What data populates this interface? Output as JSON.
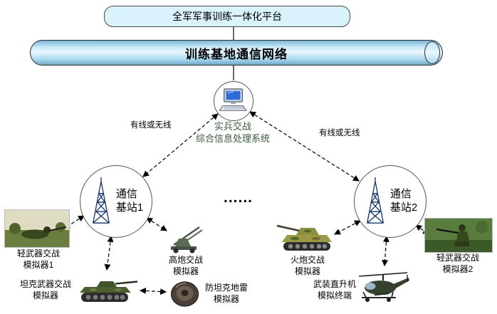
{
  "platform": {
    "label": "全军军事训练一体化平台"
  },
  "network": {
    "label": "训练基地通信网络"
  },
  "processor": {
    "line1": "实兵交战",
    "line2": "综合信息处理系统"
  },
  "links": {
    "left": "有线或无线",
    "right": "有线或无线"
  },
  "ellipsis": "......",
  "stations": [
    {
      "line1": "通信",
      "line2": "基站1"
    },
    {
      "line1": "通信",
      "line2": "基站2"
    }
  ],
  "simulators": {
    "light1": {
      "line1": "轻武器交战",
      "line2": "模拟器1"
    },
    "aagun": {
      "line1": "高炮交战",
      "line2": "模拟器"
    },
    "tank": {
      "line1": "坦克武器交战",
      "line2": "模拟器"
    },
    "mine": {
      "line1": "防坦克地雷",
      "line2": "模拟器"
    },
    "artillery": {
      "line1": "火炮交战",
      "line2": "模拟器"
    },
    "light2": {
      "line1": "轻武器交战",
      "line2": "模拟器2"
    },
    "helicopter": {
      "line1": "武装直升机",
      "line2": "模拟终端"
    }
  },
  "colors": {
    "platform_fill": "#d9f2fc",
    "cylinder_fill": "#a8d8ee",
    "line": "#000000",
    "processor_text": "#3a5a3a"
  }
}
